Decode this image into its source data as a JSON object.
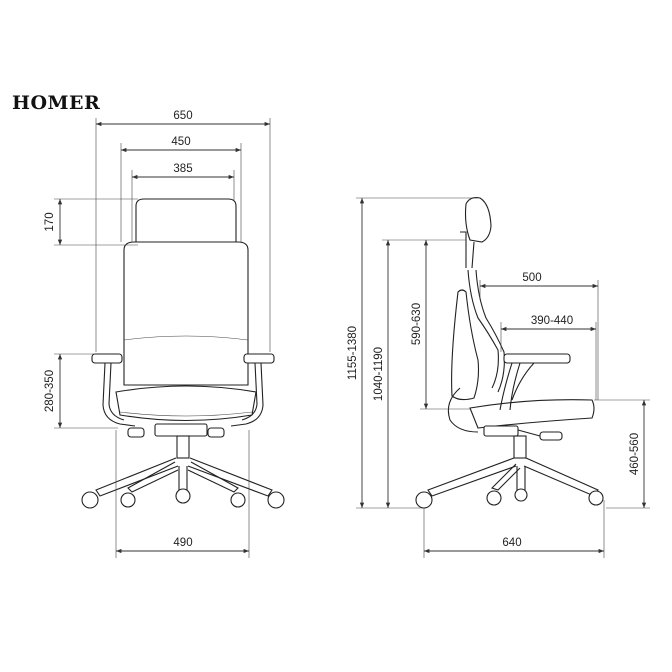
{
  "title": "HOMER",
  "front": {
    "width_overall": "650",
    "width_back": "450",
    "width_headrest": "385",
    "headrest_height": "170",
    "armrest_height": "280-350",
    "base_width": "490"
  },
  "side": {
    "total_height": "1155-1380",
    "back_height": "1040-1190",
    "backrest_height": "590-630",
    "arm_depth": "500",
    "seat_depth": "390-440",
    "seat_height": "460-560",
    "base_depth": "640"
  }
}
